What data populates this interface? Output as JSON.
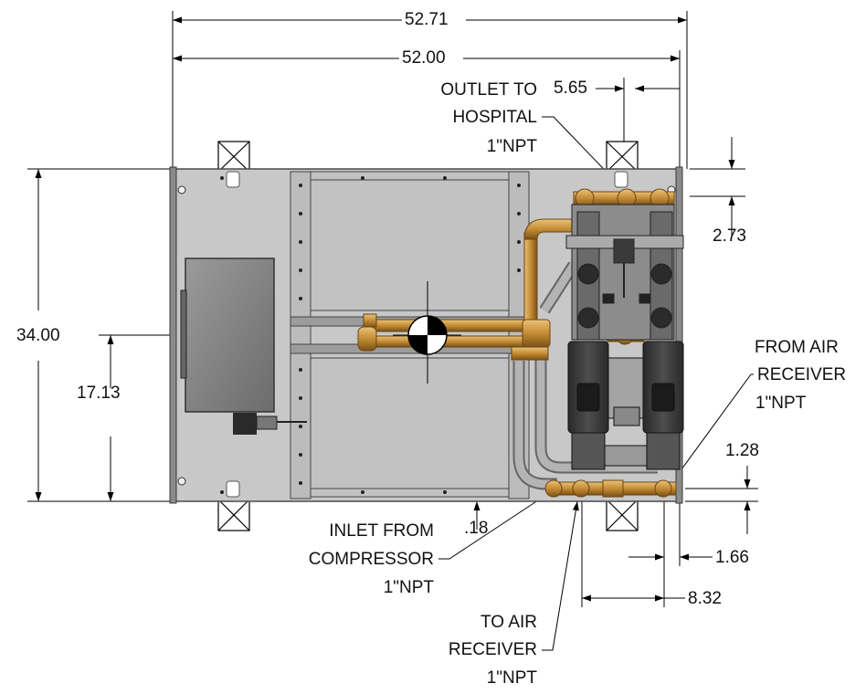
{
  "dimensions": {
    "overall_width": "52.71",
    "frame_width": "52.00",
    "outlet_offset": "5.65",
    "outlet_depth": "2.73",
    "height": "34.00",
    "centerline_height": "17.13",
    "receiver_from_height": "1.28",
    "inlet_offset": ".18",
    "right_edge_offset": "1.66",
    "to_receiver_offset": "8.32"
  },
  "callouts": {
    "outlet": [
      "OUTLET TO",
      "HOSPITAL",
      "1\"NPT"
    ],
    "from_receiver": [
      "FROM AIR",
      "RECEIVER",
      "1\"NPT"
    ],
    "inlet": [
      "INLET FROM",
      "COMPRESSOR",
      "1\"NPT"
    ],
    "to_receiver": [
      "TO AIR",
      "RECEIVER",
      "1\"NPT"
    ]
  },
  "colors": {
    "frame": "#c6c6c6",
    "frame_dark": "#5a5a5a",
    "brass": "#c89640",
    "pipe": "#9a9a9a",
    "dryer": "#3c3c3c",
    "motor_box": "#8a8a8a"
  }
}
